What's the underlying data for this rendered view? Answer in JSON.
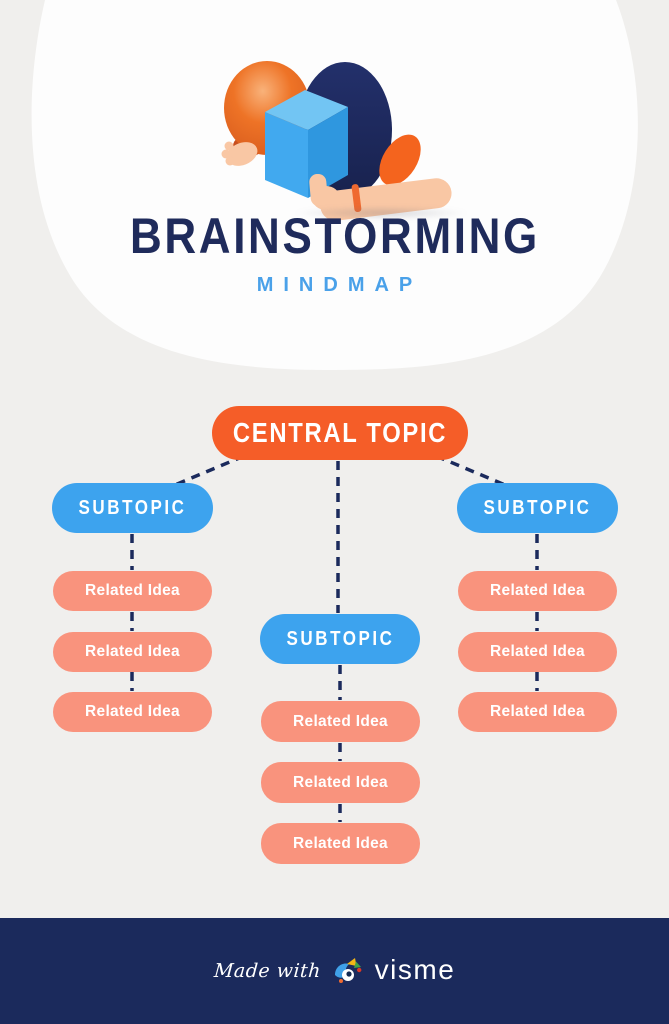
{
  "header": {
    "title": "BRAINSTORMING",
    "subtitle": "MINDMAP",
    "title_color": "#1f2b5b",
    "subtitle_color": "#4aa1e9"
  },
  "illustration": {
    "name": "person-holding-orange-sphere-and-blue-cube",
    "circle_color": "#1d2a5e",
    "sphere_color": "#ee7326",
    "cube_color": "#41a9ef",
    "sleeve_color": "#f4641e",
    "skin_color": "#f9c7a4"
  },
  "mindmap": {
    "central": {
      "label": "CENTRAL TOPIC",
      "color": "#f55d28"
    },
    "subtopic_color": "#3da3ee",
    "idea_color": "#f9937d",
    "connector_color": "#1b2a5c",
    "background_color": "#f0efed",
    "branches": [
      {
        "id": "left",
        "subtopic": "SUBTOPIC",
        "ideas": [
          "Related Idea",
          "Related Idea",
          "Related Idea"
        ]
      },
      {
        "id": "center",
        "subtopic": "SUBTOPIC",
        "ideas": [
          "Related Idea",
          "Related Idea",
          "Related Idea"
        ]
      },
      {
        "id": "right",
        "subtopic": "SUBTOPIC",
        "ideas": [
          "Related Idea",
          "Related Idea",
          "Related Idea"
        ]
      }
    ]
  },
  "footer": {
    "made_with": "Made with",
    "brand": "visme",
    "background": "#1b2a5c"
  }
}
